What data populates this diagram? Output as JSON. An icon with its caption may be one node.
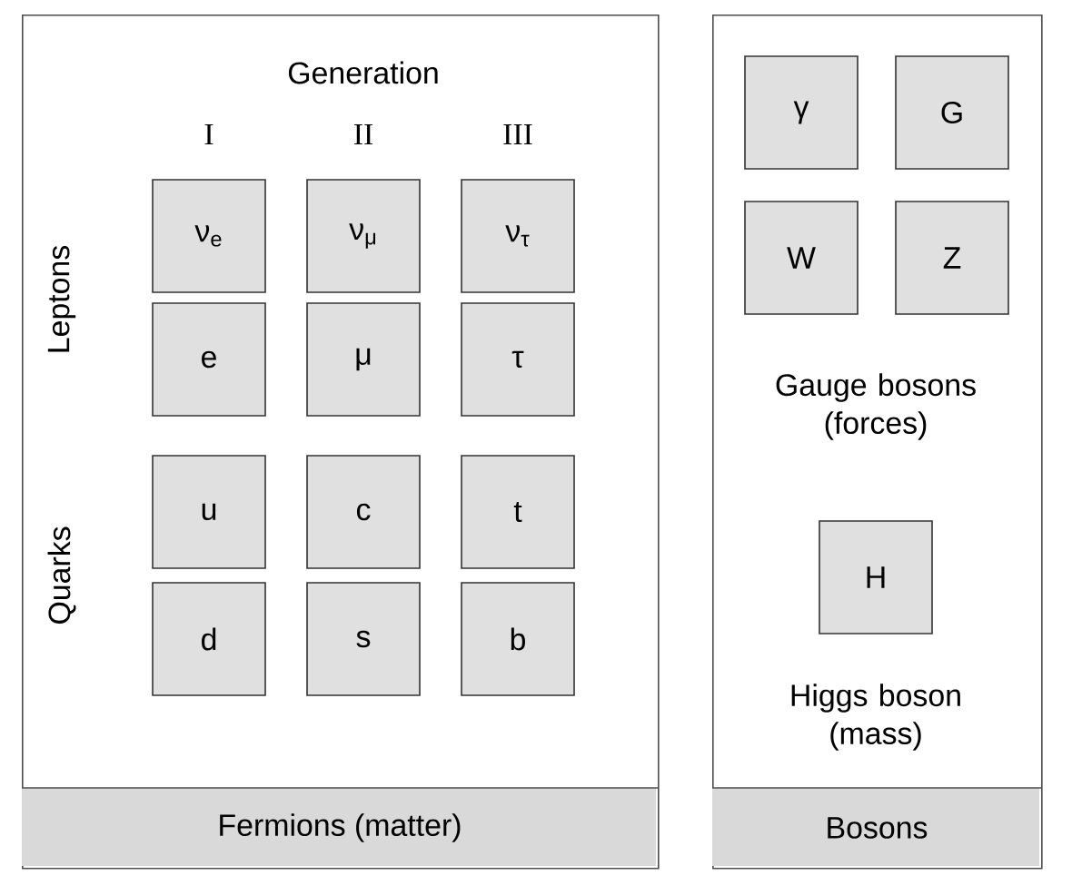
{
  "diagram": {
    "nodes": [
      {
        "text": [
          "Fermions (matter)"
        ]
      },
      {
        "text": [
          "ν$_{e}$"
        ],
        "in": 0
      },
      {
        "text": [
          "ν$_{μ}$"
        ],
        "in": 0
      },
      {
        "text": [
          "ν$_{τ}$"
        ],
        "in": 0
      },
      {
        "text": [
          "e"
        ],
        "in": 0
      },
      {
        "text": [
          "μ"
        ],
        "in": 0
      },
      {
        "text": [
          "τ"
        ],
        "in": 0
      },
      {
        "text": [
          "u"
        ],
        "in": 0
      },
      {
        "text": [
          "c"
        ],
        "in": 0
      },
      {
        "text": [
          "t"
        ],
        "in": 0
      },
      {
        "text": [
          "d"
        ],
        "in": 0
      },
      {
        "text": [
          "s"
        ],
        "in": 0
      },
      {
        "text": [
          "b"
        ],
        "in": 0
      },
      {
        "text": [
          "Bosons"
        ]
      },
      {
        "text": [
          "γ"
        ],
        "in": 13
      },
      {
        "text": [
          "G"
        ],
        "in": 13
      },
      {
        "text": [
          "W"
        ],
        "in": 13
      },
      {
        "text": [
          "Z"
        ],
        "in": 13
      },
      {
        "text": [
          "H"
        ],
        "in": 13
      }
    ],
    "labels": [
      "Generation",
      "I",
      "II",
      "III",
      "Leptons",
      "Quarks",
      "Gauge bosons (forces)",
      "Higgs boson (mass)"
    ]
  }
}
